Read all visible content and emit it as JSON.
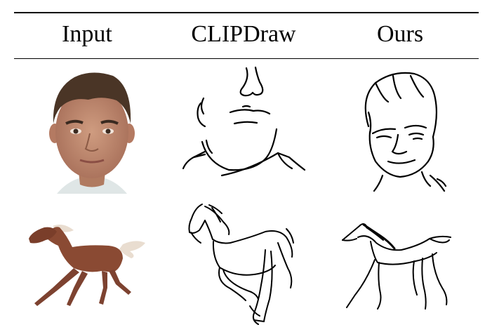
{
  "table": {
    "columns": [
      "Input",
      "CLIPDraw",
      "Ours"
    ]
  },
  "rows": [
    {
      "subject": "face",
      "input_type": "photo",
      "clipdraw_type": "sketch",
      "ours_type": "sketch"
    },
    {
      "subject": "horse",
      "input_type": "photo",
      "clipdraw_type": "sketch",
      "ours_type": "sketch"
    }
  ],
  "colors": {
    "rule": "#000000",
    "text": "#000000",
    "ink": "#000000",
    "skin": "#c08d72",
    "hair": "#4a3526",
    "horse_coat": "#8a4a33",
    "horse_mane": "#e9ddd0"
  }
}
